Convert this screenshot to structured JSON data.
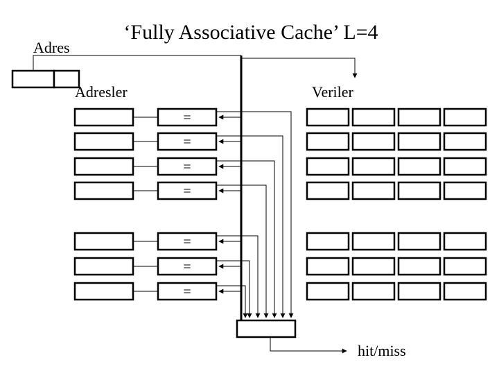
{
  "title": "‘Fully Associative Cache’ L=4",
  "address_label": "Adres",
  "tags_label": "Adresler",
  "data_label": "Veriler",
  "comparator_symbol": "=",
  "output_label": "hit/miss",
  "comparator_rows": 7,
  "data_words_per_line": 4
}
